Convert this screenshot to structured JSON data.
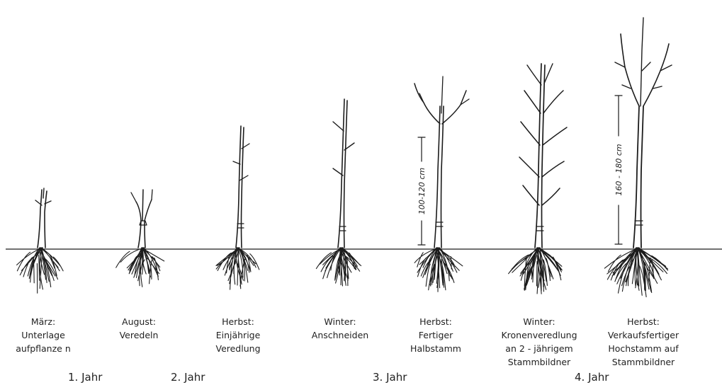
{
  "captions": [
    {
      "lines": [
        "März:",
        "Unterlage",
        "aufpflanze n"
      ]
    },
    {
      "lines": [
        "August:",
        "Veredeln"
      ]
    },
    {
      "lines": [
        "Herbst:",
        "Einjährige",
        "Veredlung"
      ]
    },
    {
      "lines": [
        "Winter:",
        "Anschneiden"
      ]
    },
    {
      "lines": [
        "Herbst:",
        "Fertiger",
        "Halbstamm"
      ]
    },
    {
      "lines": [
        "Winter:",
        "Kronenveredlung",
        "an 2 - jährigem",
        "Stammbildner"
      ]
    },
    {
      "lines": [
        "Herbst:",
        "Verkaufsfertiger",
        "Hochstamm auf",
        "Stammbildner"
      ]
    }
  ],
  "years": [
    "1. Jahr",
    "2. Jahr",
    "3. Jahr",
    "4. Jahr"
  ],
  "height_labels": [
    "100-120 cm",
    "160 - 180 cm"
  ]
}
